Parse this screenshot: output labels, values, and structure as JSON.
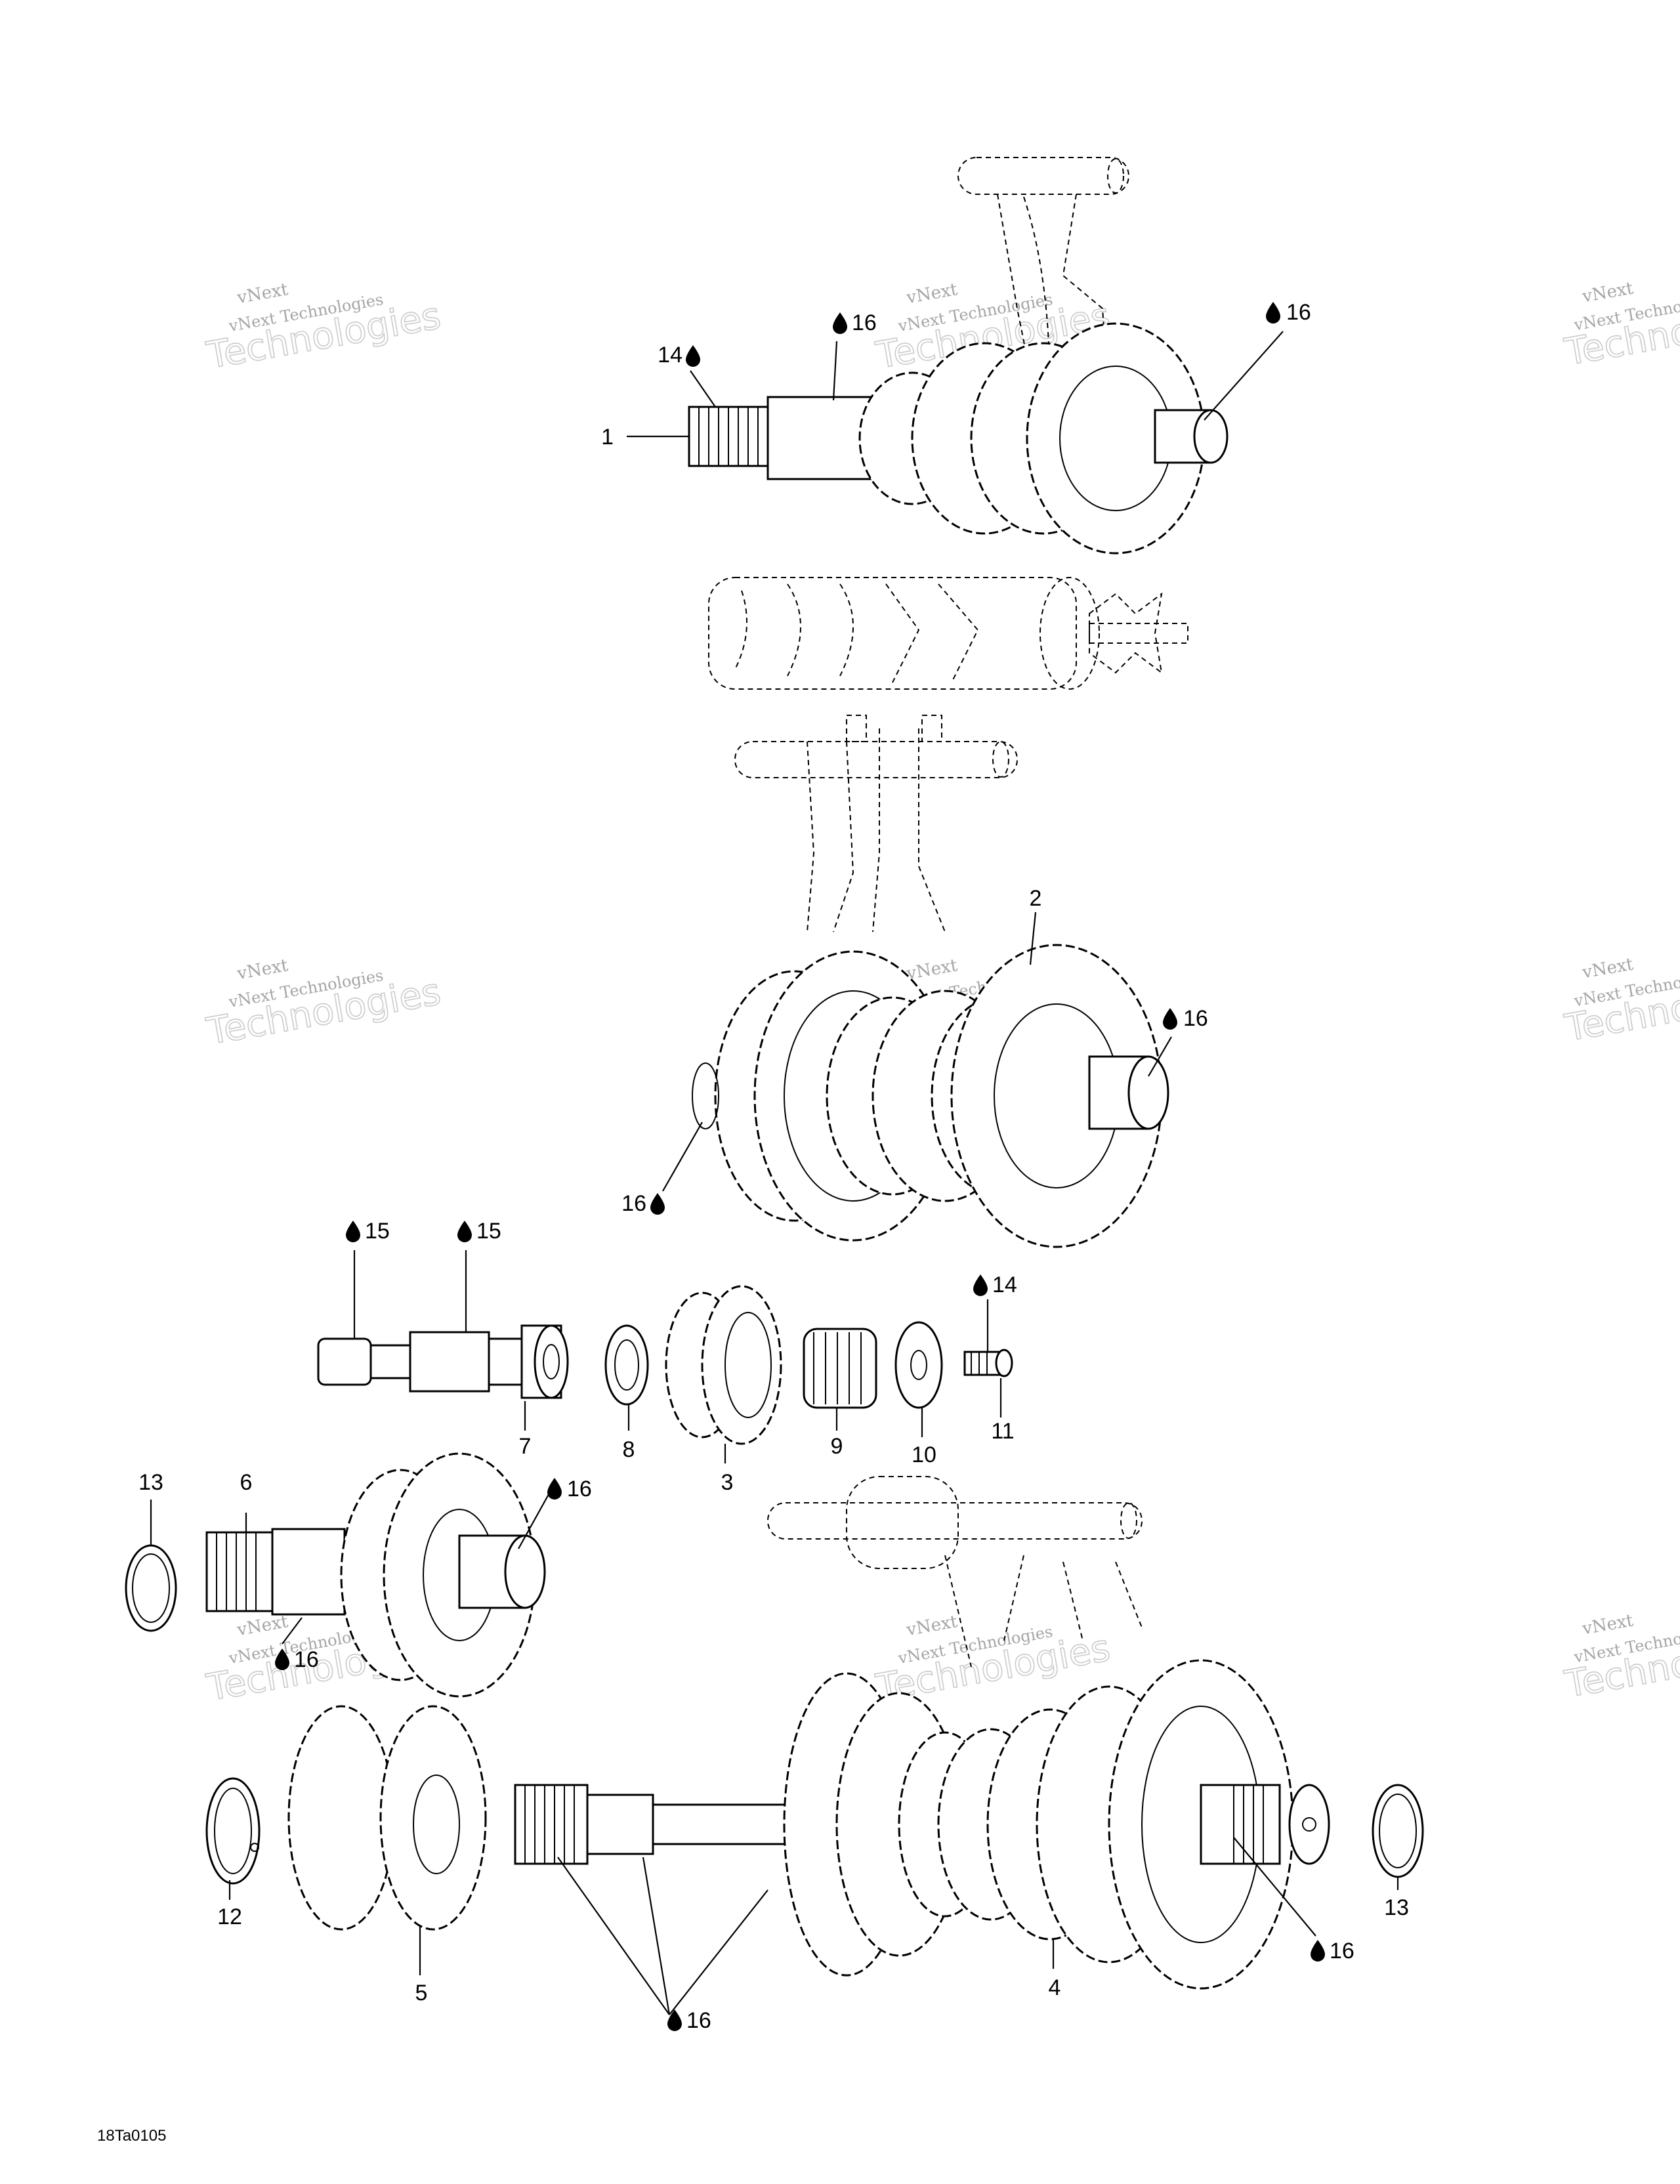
{
  "figure": {
    "code": "18Ta0105"
  },
  "watermark": {
    "text_line1": "vNext Technologies",
    "text_line2": "vNext",
    "text_line3": "Technologies"
  },
  "callouts": {
    "c1": "1",
    "c2": "2",
    "c3": "3",
    "c4": "4",
    "c5": "5",
    "c6": "6",
    "c7": "7",
    "c8": "8",
    "c9": "9",
    "c10": "10",
    "c11": "11",
    "c12": "12",
    "c13a": "13",
    "c13b": "13",
    "lube14_top": "14",
    "lube14_screw": "14",
    "lube15_a": "15",
    "lube15_b": "15",
    "lube16_input_shaft": "16",
    "lube16_input_end": "16",
    "lube16_cluster_right": "16",
    "lube16_cluster_left": "16",
    "lube16_gear6": "16",
    "lube16_gear6_bottom": "16",
    "lube16_output_end": "16",
    "lube16_output_splines": "16"
  },
  "colors": {
    "ink": "#000000",
    "watermark": "#c4c4c4",
    "background": "#ffffff"
  },
  "icons": {
    "lubricant": "oil-drop-icon"
  }
}
